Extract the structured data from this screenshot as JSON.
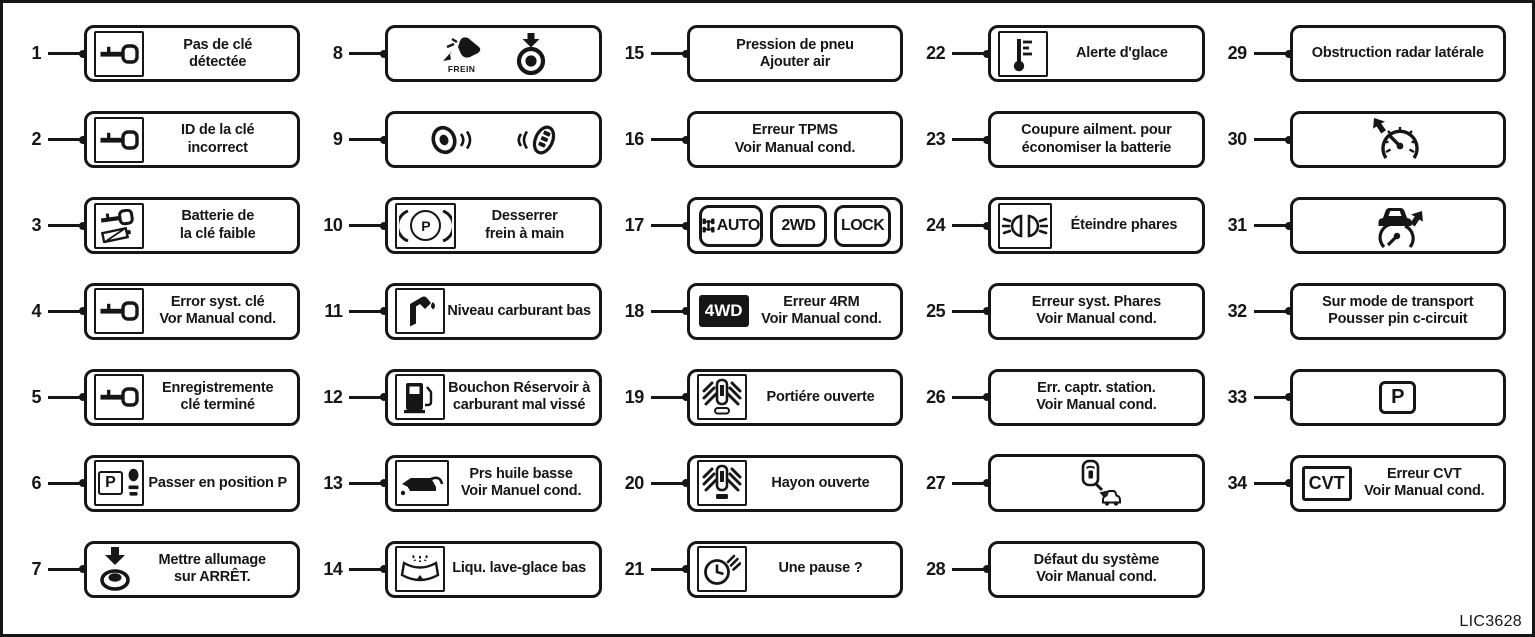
{
  "figure": {
    "code": "LIC3628"
  },
  "colors": {
    "ink": "#161616",
    "background": "#ffffff"
  },
  "items": [
    {
      "num": "1",
      "icons": [
        {
          "name": "key-icon"
        }
      ],
      "boxed_icon": true,
      "lines": [
        "Pas de clé",
        "détectée"
      ]
    },
    {
      "num": "2",
      "icons": [
        {
          "name": "key-icon"
        }
      ],
      "boxed_icon": true,
      "lines": [
        "ID de la clé",
        "incorrect"
      ]
    },
    {
      "num": "3",
      "icons": [
        {
          "name": "key-battery-icon"
        }
      ],
      "boxed_icon": true,
      "lines": [
        "Batterie de",
        "la clé faible"
      ]
    },
    {
      "num": "4",
      "icons": [
        {
          "name": "key-icon"
        }
      ],
      "boxed_icon": true,
      "lines": [
        "Error syst. clé",
        "Vor Manual cond."
      ]
    },
    {
      "num": "5",
      "icons": [
        {
          "name": "key-icon"
        }
      ],
      "boxed_icon": true,
      "lines": [
        "Enregistremente",
        "clé terminé"
      ]
    },
    {
      "num": "6",
      "icons": [
        {
          "name": "shift-to-park-icon",
          "text": "P"
        }
      ],
      "boxed_icon": true,
      "lines": [
        "Passer en position P"
      ]
    },
    {
      "num": "7",
      "icons": [
        {
          "name": "ignition-off-icon"
        }
      ],
      "boxed_icon": false,
      "lines": [
        "Mettre allumage",
        "sur ARRÊT."
      ]
    },
    {
      "num": "8",
      "center": true,
      "icons": [
        {
          "name": "brake-pedal-icon",
          "caption": "FREIN"
        },
        {
          "name": "start-button-icon"
        }
      ]
    },
    {
      "num": "9",
      "center": true,
      "icons": [
        {
          "name": "horn-waves-icon"
        },
        {
          "name": "keyfob-waves-icon"
        }
      ]
    },
    {
      "num": "10",
      "icons": [
        {
          "name": "parking-brake-icon",
          "text": "P"
        }
      ],
      "boxed_icon": true,
      "lines": [
        "Desserrer",
        "frein à main"
      ]
    },
    {
      "num": "11",
      "icons": [
        {
          "name": "fuel-nozzle-icon"
        }
      ],
      "boxed_icon": true,
      "lines": [
        "Niveau carburant bas"
      ]
    },
    {
      "num": "12",
      "icons": [
        {
          "name": "fuel-pump-icon"
        }
      ],
      "boxed_icon": true,
      "lines": [
        "Bouchon Réservoir à",
        "carburant mal vissé"
      ]
    },
    {
      "num": "13",
      "icons": [
        {
          "name": "oil-pressure-icon"
        }
      ],
      "boxed_icon": true,
      "lines": [
        "Prs huile basse",
        "Voir Manuel cond."
      ]
    },
    {
      "num": "14",
      "icons": [
        {
          "name": "washer-fluid-icon"
        }
      ],
      "boxed_icon": true,
      "lines": [
        "Liqu. lave-glace bas"
      ]
    },
    {
      "num": "15",
      "lines": [
        "Pression de pneu",
        "Ajouter air"
      ]
    },
    {
      "num": "16",
      "lines": [
        "Erreur TPMS",
        "Voir Manual cond."
      ]
    },
    {
      "num": "17",
      "buttons": [
        {
          "icon": "awd-drivetrain-icon",
          "label": "AUTO"
        },
        {
          "label": "2WD"
        },
        {
          "label": "LOCK"
        }
      ]
    },
    {
      "num": "18",
      "badge": {
        "style": "solid",
        "label": "4WD"
      },
      "lines": [
        "Erreur 4RM",
        "Voir Manual cond."
      ]
    },
    {
      "num": "19",
      "icons": [
        {
          "name": "door-open-icon"
        }
      ],
      "boxed_icon": true,
      "lines": [
        "Portiére ouverte"
      ]
    },
    {
      "num": "20",
      "icons": [
        {
          "name": "tailgate-open-icon"
        }
      ],
      "boxed_icon": true,
      "lines": [
        "Hayon ouverte"
      ]
    },
    {
      "num": "21",
      "icons": [
        {
          "name": "rest-alert-clock-icon"
        }
      ],
      "boxed_icon": true,
      "lines": [
        "Une pause ?"
      ]
    },
    {
      "num": "22",
      "icons": [
        {
          "name": "ice-alert-thermometer-icon"
        }
      ],
      "boxed_icon": true,
      "lines": [
        "Alerte d'glace"
      ]
    },
    {
      "num": "23",
      "lines": [
        "Coupure ailment. pour",
        "économiser la batterie"
      ]
    },
    {
      "num": "24",
      "icons": [
        {
          "name": "headlights-icon"
        }
      ],
      "boxed_icon": true,
      "lines": [
        "Éteindre phares"
      ]
    },
    {
      "num": "25",
      "lines": [
        "Erreur syst. Phares",
        "Voir Manual cond."
      ]
    },
    {
      "num": "26",
      "lines": [
        "Err. captr. station.",
        "Voir Manual cond."
      ]
    },
    {
      "num": "27",
      "center": true,
      "icons": [
        {
          "name": "car-transport-mode-icon"
        }
      ]
    },
    {
      "num": "28",
      "lines": [
        "Défaut du système",
        "Voir Manual cond."
      ]
    },
    {
      "num": "29",
      "lines": [
        "Obstruction radar latérale"
      ]
    },
    {
      "num": "30",
      "center": true,
      "icons": [
        {
          "name": "cruise-control-icon"
        }
      ]
    },
    {
      "num": "31",
      "center": true,
      "icons": [
        {
          "name": "speed-limiter-icon"
        }
      ]
    },
    {
      "num": "32",
      "lines": [
        "Sur mode de transport",
        "Pousser pin c-circuit"
      ]
    },
    {
      "num": "33",
      "center": true,
      "icons": [
        {
          "name": "park-position-icon",
          "text": "P"
        }
      ]
    },
    {
      "num": "34",
      "badge": {
        "style": "outline",
        "label": "CVT"
      },
      "lines": [
        "Erreur CVT",
        "Voir Manual cond."
      ]
    }
  ]
}
